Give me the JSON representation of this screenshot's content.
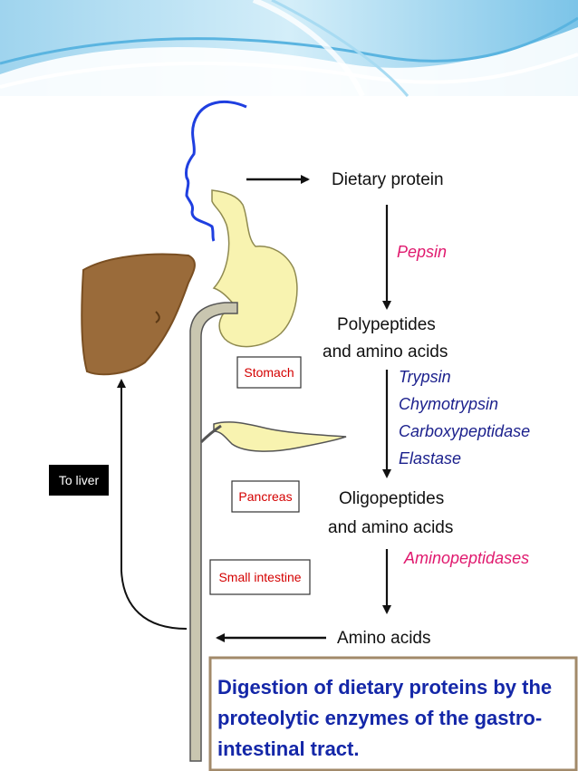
{
  "diagram": {
    "flow": {
      "dietary_protein": "Dietary protein",
      "polypeptides_line1": "Polypeptides",
      "polypeptides_line2": "and amino acids",
      "oligopeptides_line1": "Oligopeptides",
      "oligopeptides_line2": "and amino acids",
      "amino_acids": "Amino acids"
    },
    "enzymes": {
      "pepsin": "Pepsin",
      "pancreatic": [
        "Trypsin",
        "Chymotrypsin",
        "Carboxypeptidase",
        "Elastase"
      ],
      "aminopeptidases": "Aminopeptidases"
    },
    "organs": {
      "stomach": "Stomach",
      "pancreas": "Pancreas",
      "small_intestine": "Small intestine",
      "to_liver": "To liver"
    },
    "caption": {
      "line1": "Digestion of dietary proteins by the",
      "line2": "proteolytic enzymes of the gastro-",
      "line3": "intestinal tract."
    }
  },
  "colors": {
    "header_sky": "#bfe3f5",
    "header_wave": "#5ab4e0",
    "face_outline": "#1f3fe0",
    "gi_tract_fill": "#f8f3b0",
    "tube_fill": "#c9c6b0",
    "liver_fill": "#9a6b3a",
    "enzyme_pink": "#e0196e",
    "enzyme_blue": "#1a1f8c",
    "organ_label_red": "#d40000",
    "caption_blue": "#1427a8",
    "caption_border": "#a28a6a"
  }
}
